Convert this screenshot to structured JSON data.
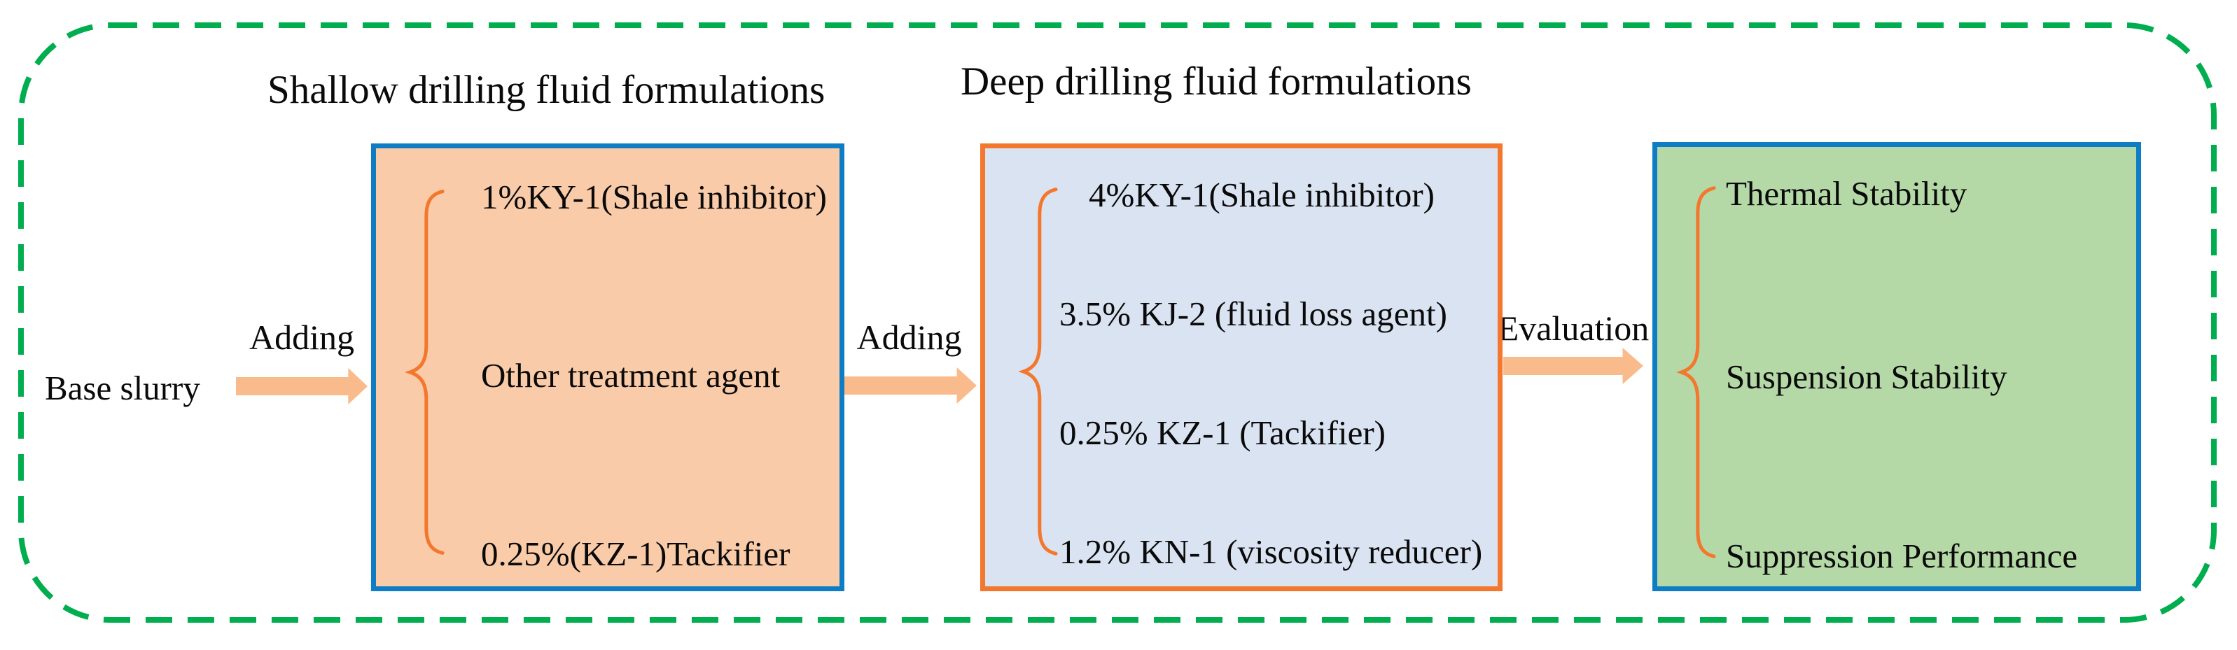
{
  "figure": {
    "section_titles": {
      "shallow": "Shallow drilling fluid formulations",
      "deep": "Deep drilling fluid formulations"
    },
    "source_label": "Base slurry",
    "arrows": [
      {
        "label": "Adding"
      },
      {
        "label": "Adding"
      },
      {
        "label": "Evaluation"
      }
    ],
    "shallow_box": {
      "items": [
        "1%KY-1(Shale inhibitor)",
        "Other treatment agent",
        "0.25%(KZ-1)Tackifier"
      ]
    },
    "deep_box": {
      "items": [
        "4%KY-1(Shale inhibitor)",
        "3.5% KJ-2 (fluid loss agent)",
        "0.25% KZ-1 (Tackifier)",
        "1.2% KN-1 (viscosity reducer)"
      ]
    },
    "evaluation_box": {
      "items": [
        "Thermal Stability",
        "Suspension Stability",
        "Suppression Performance"
      ]
    }
  },
  "colors": {
    "frame-green": "#00AD4F",
    "blue-border": "#0E7DC4",
    "orange-border": "#F4772E",
    "shallow-fill": "#F9CBA8",
    "deep-fill": "#DAE3F1",
    "evaluation-fill": "#B5D9A6",
    "arrow-fill": "#FABB8C",
    "text": "#0A0A0A"
  }
}
